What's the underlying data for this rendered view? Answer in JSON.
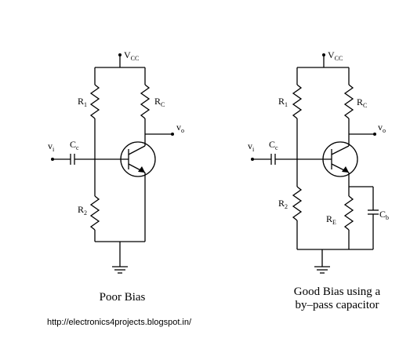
{
  "left_circuit": {
    "supply": {
      "main": "V",
      "sub": "CC"
    },
    "r1": {
      "main": "R",
      "sub": "1"
    },
    "rc": {
      "main": "R",
      "sub": "C"
    },
    "vo": {
      "main": "v",
      "sub": "o"
    },
    "vi": {
      "main": "v",
      "sub": "i"
    },
    "cc": {
      "main": "C",
      "sub": "c"
    },
    "r2": {
      "main": "R",
      "sub": "2"
    },
    "caption": "Poor Bias"
  },
  "right_circuit": {
    "supply": {
      "main": "V",
      "sub": "CC"
    },
    "r1": {
      "main": "R",
      "sub": "1"
    },
    "rc": {
      "main": "R",
      "sub": "C"
    },
    "vo": {
      "main": "v",
      "sub": "o"
    },
    "vi": {
      "main": "v",
      "sub": "i"
    },
    "cc": {
      "main": "C",
      "sub": "c"
    },
    "r2": {
      "main": "R",
      "sub": "2"
    },
    "re": {
      "main": "R",
      "sub": "E"
    },
    "cb": {
      "main": "C",
      "sub": "b"
    },
    "caption_line1": "Good Bias using a",
    "caption_line2": "by–pass capacitor"
  },
  "footer": {
    "url": "http://electronics4projects.blogspot.in/"
  }
}
